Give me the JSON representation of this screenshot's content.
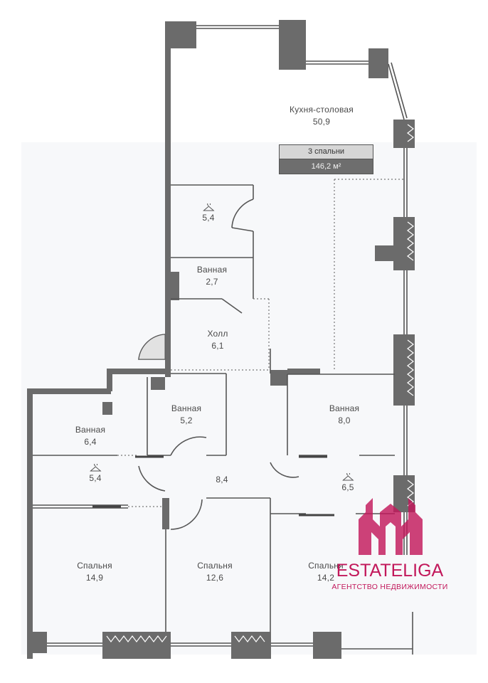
{
  "plan": {
    "summary": {
      "bedrooms": "3 спальни",
      "area": "146,2 м²"
    },
    "rooms": [
      {
        "id": "kitchen",
        "name": "Кухня-столовая",
        "area": "50,9"
      },
      {
        "id": "wardrobe-top",
        "name": "",
        "area": "5,4",
        "icon": "hanger-icon"
      },
      {
        "id": "bath-small",
        "name": "Ванная",
        "area": "2,7"
      },
      {
        "id": "hall",
        "name": "Холл",
        "area": "6,1"
      },
      {
        "id": "bath-center",
        "name": "Ванная",
        "area": "5,2"
      },
      {
        "id": "bath-right",
        "name": "Ванная",
        "area": "8,0"
      },
      {
        "id": "bath-left",
        "name": "Ванная",
        "area": "6,4"
      },
      {
        "id": "wardrobe-left",
        "name": "",
        "area": "5,4",
        "icon": "hanger-icon"
      },
      {
        "id": "corridor",
        "name": "",
        "area": "8,4"
      },
      {
        "id": "wardrobe-right",
        "name": "",
        "area": "6,5",
        "icon": "hanger-icon"
      },
      {
        "id": "bedroom-left",
        "name": "Спальня",
        "area": "14,9"
      },
      {
        "id": "bedroom-center",
        "name": "Спальня",
        "area": "12,6"
      },
      {
        "id": "bedroom-right",
        "name": "Спальня",
        "area": "14,2"
      }
    ]
  },
  "watermark": {
    "brand": "ESTATELIGA",
    "subtitle": "АГЕНТСТВО НЕДВИЖИМОСТИ",
    "color": "#c2185b"
  },
  "colors": {
    "wall": "#6b6b6b",
    "thin": "#555555",
    "background": "#ffffff"
  }
}
